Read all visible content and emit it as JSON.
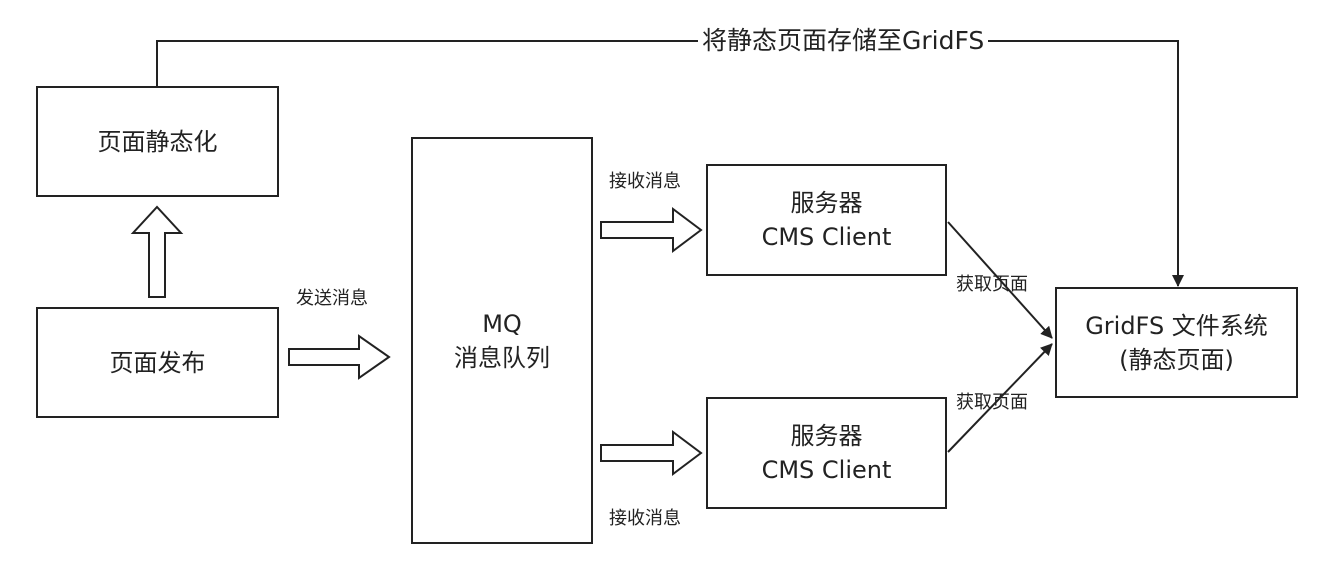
{
  "nodes": {
    "publish": "页面发布",
    "static": "页面静态化",
    "mq_line1": "MQ",
    "mq_line2": "消息队列",
    "client_top_line1": "服务器",
    "client_top_line2": "CMS Client",
    "client_bottom_line1": "服务器",
    "client_bottom_line2": "CMS Client",
    "gridfs_line1": "GridFS 文件系统",
    "gridfs_line2": "(静态页面)"
  },
  "edges": {
    "store_to_gridfs": "将静态页面存储至GridFS",
    "send_message": "发送消息",
    "receive_top": "接收消息",
    "receive_bottom": "接收消息",
    "fetch_top": "获取页面",
    "fetch_bottom": "获取页面"
  },
  "colors": {
    "stroke": "#222222",
    "background": "#ffffff"
  }
}
